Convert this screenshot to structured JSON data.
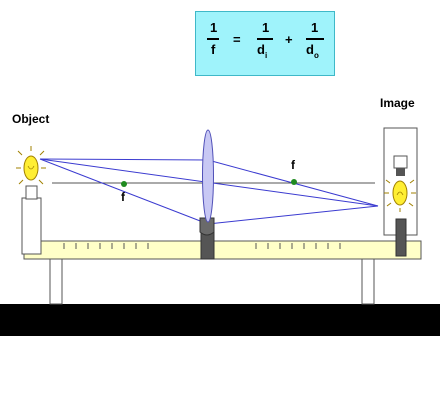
{
  "formula": {
    "lhs_num": "1",
    "lhs_den": "f",
    "eq": "=",
    "t1_num": "1",
    "t1_den_main": "d",
    "t1_den_sub": "i",
    "plus": "+",
    "t2_num": "1",
    "t2_den_main": "d",
    "t2_den_sub": "o"
  },
  "labels": {
    "object": "Object",
    "image": "Image",
    "focal_left": "f",
    "focal_right": "f"
  },
  "colors": {
    "ray": "#3b3bd0",
    "axis": "#555555",
    "lens": "#c8c8f4",
    "lens_stroke": "#5050b8",
    "bench": "#ffffc8",
    "bench_stroke": "#555555",
    "focal_dot": "#1f8a1f",
    "bulb": "#ffee33",
    "floor": "#000000",
    "holder": "#555555",
    "formula_bg": "#9ff3fb"
  }
}
